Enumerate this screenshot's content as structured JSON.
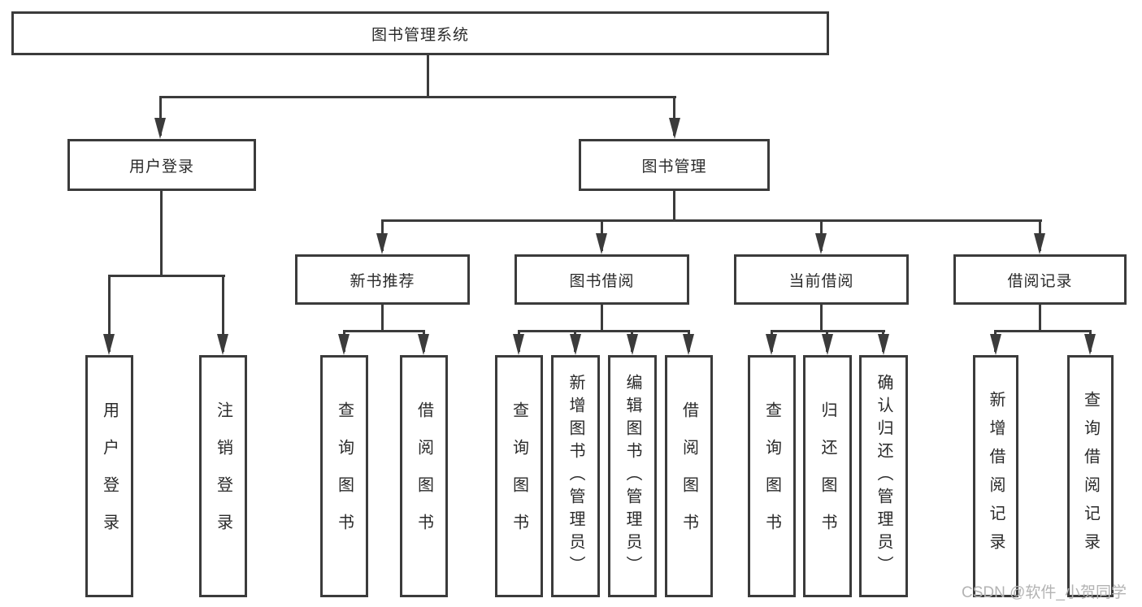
{
  "nodes": {
    "root": "图书管理系统",
    "level2": [
      "用户登录",
      "图书管理"
    ],
    "level3": [
      "新书推荐",
      "图书借阅",
      "当前借阅",
      "借阅记录"
    ],
    "leaves": {
      "login": [
        "用户登录",
        "注销登录"
      ],
      "recommend": [
        "查询图书",
        "借阅图书"
      ],
      "borrow": [
        "查询图书",
        "新增图书（管理员）",
        "编辑图书（管理员）",
        "借阅图书"
      ],
      "current": [
        "查询图书",
        "归还图书",
        "确认归还（管理员）"
      ],
      "records": [
        "新增借阅记录",
        "查询借阅记录"
      ]
    }
  },
  "watermark": "CSDN @软件_小贺同学",
  "colors": {
    "line": "#3b3b3b",
    "text": "#2a2a2a",
    "watermark": "#b3b3b3",
    "background": "#ffffff"
  }
}
